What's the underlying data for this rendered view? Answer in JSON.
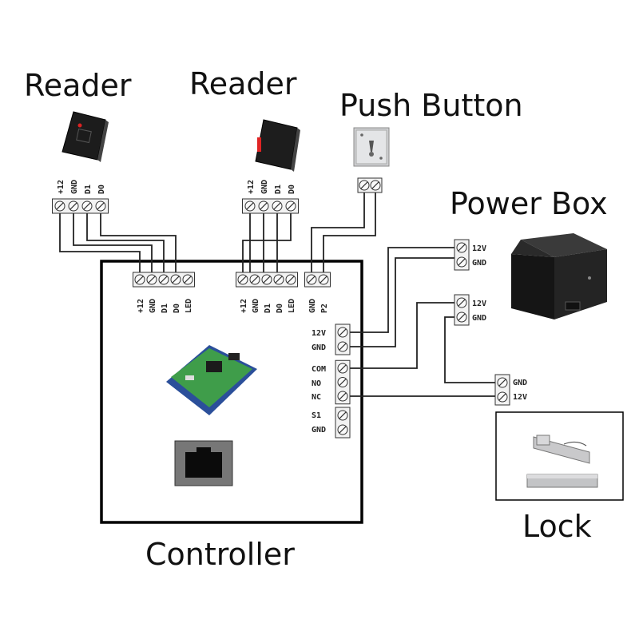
{
  "titles": {
    "reader1": "Reader",
    "reader2": "Reader",
    "push_button": "Push Button",
    "power_box": "Power Box",
    "lock": "Lock",
    "controller": "Controller"
  },
  "reader1_terminals": [
    "+12",
    "GND",
    "D1",
    "D0"
  ],
  "reader2_terminals": [
    "+12",
    "GND",
    "D1",
    "D0"
  ],
  "controller_reader1_terminals": [
    "+12",
    "GND",
    "D1",
    "D0",
    "LED"
  ],
  "controller_reader2_terminals": [
    "+12",
    "GND",
    "D1",
    "D0",
    "LED"
  ],
  "controller_button_terminals": [
    "GND",
    "P2"
  ],
  "controller_side_terminals": [
    "12V",
    "GND",
    "COM",
    "NO",
    "NC",
    "S1",
    "GND"
  ],
  "power_box1_terminals": [
    "12V",
    "GND"
  ],
  "power_box2_terminals": [
    "12V",
    "GND"
  ],
  "lock_terminals": [
    "GND",
    "12V"
  ]
}
